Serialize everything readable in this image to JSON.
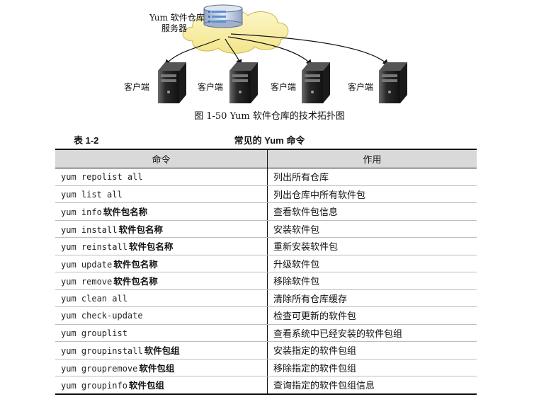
{
  "diagram": {
    "server_label_line1": "Yum 软件仓库",
    "server_label_line2": "服务器",
    "client_label": "客户端"
  },
  "figure": {
    "caption": "图 1-50    Yum 软件仓库的技术拓扑图"
  },
  "table": {
    "label": "表 1-2",
    "title": "常见的 Yum 命令",
    "headers": [
      "命令",
      "作用"
    ],
    "rows": [
      {
        "cmd": "yum repolist all",
        "arg": "",
        "desc": "列出所有仓库"
      },
      {
        "cmd": "yum list all",
        "arg": "",
        "desc": "列出仓库中所有软件包"
      },
      {
        "cmd": "yum info",
        "arg": "软件包名称",
        "desc": "查看软件包信息"
      },
      {
        "cmd": "yum install",
        "arg": "软件包名称",
        "desc": "安装软件包"
      },
      {
        "cmd": "yum reinstall",
        "arg": "软件包名称",
        "desc": "重新安装软件包"
      },
      {
        "cmd": "yum update",
        "arg": "软件包名称",
        "desc": "升级软件包"
      },
      {
        "cmd": "yum remove",
        "arg": "软件包名称",
        "desc": "移除软件包"
      },
      {
        "cmd": "yum clean all",
        "arg": "",
        "desc": "清除所有仓库缓存"
      },
      {
        "cmd": "yum check-update",
        "arg": "",
        "desc": "检查可更新的软件包"
      },
      {
        "cmd": "yum grouplist",
        "arg": "",
        "desc": "查看系统中已经安装的软件包组"
      },
      {
        "cmd": "yum groupinstall",
        "arg": "软件包组",
        "desc": "安装指定的软件包组"
      },
      {
        "cmd": "yum groupremove",
        "arg": "软件包组",
        "desc": "移除指定的软件包组"
      },
      {
        "cmd": "yum groupinfo",
        "arg": "软件包组",
        "desc": "查询指定的软件包组信息"
      }
    ]
  }
}
